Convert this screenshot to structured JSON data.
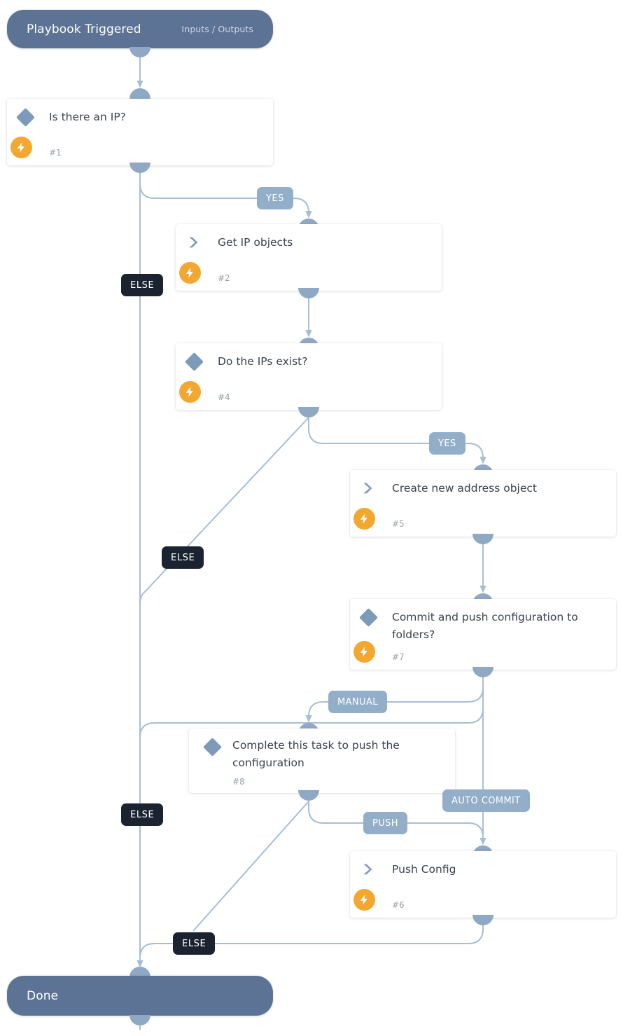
{
  "diagram": {
    "kind": "playbook-flowchart",
    "colors": {
      "terminal": "#5d7396",
      "connector": "#a8bed4",
      "port": "#8fa9c4",
      "glyph": "#7d9ab8",
      "bolt": "#f2a830",
      "badge_yes": "#93aec9",
      "badge_else": "#1b2331",
      "card": "#ffffff",
      "background": "#ffffff",
      "title_text": "#3b4350",
      "number_text": "#99a1ad"
    }
  },
  "start": {
    "title": "Playbook Triggered",
    "subtitle": "Inputs / Outputs"
  },
  "end": {
    "title": "Done"
  },
  "nodes": [
    {
      "id": "n1",
      "title": "Is there an IP?",
      "number": "#1",
      "type": "condition",
      "has_bolt": true
    },
    {
      "id": "n2",
      "title": "Get IP objects",
      "number": "#2",
      "type": "action",
      "has_bolt": true
    },
    {
      "id": "n4",
      "title": "Do the IPs exist?",
      "number": "#4",
      "type": "condition",
      "has_bolt": true
    },
    {
      "id": "n5",
      "title": "Create new address object",
      "number": "#5",
      "type": "action",
      "has_bolt": true
    },
    {
      "id": "n7",
      "title": "Commit and push configuration to folders?",
      "number": "#7",
      "type": "condition",
      "has_bolt": true
    },
    {
      "id": "n8",
      "title": "Complete this task to push the configuration",
      "number": "#8",
      "type": "condition",
      "has_bolt": false
    },
    {
      "id": "n6",
      "title": "Push Config",
      "number": "#6",
      "type": "action",
      "has_bolt": true
    }
  ],
  "branch_labels": {
    "yes_1": "YES",
    "else_1": "ELSE",
    "yes_4": "YES",
    "else_4": "ELSE",
    "manual_7": "MANUAL",
    "auto_commit_7": "AUTO COMMIT",
    "else_7": "ELSE",
    "push_8": "PUSH",
    "else_8": "ELSE"
  }
}
